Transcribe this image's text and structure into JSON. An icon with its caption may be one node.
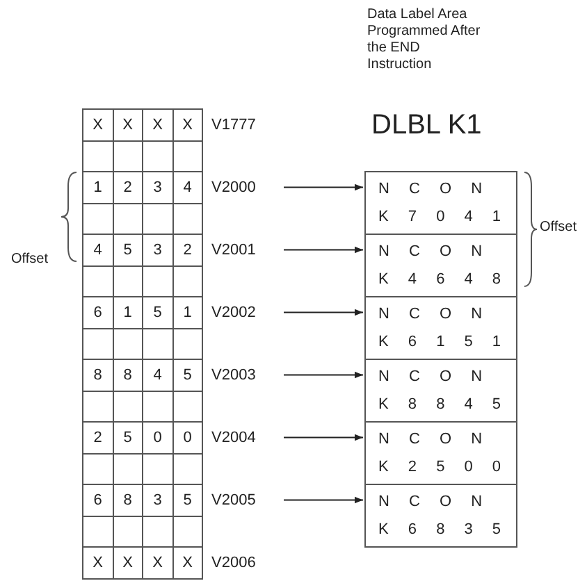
{
  "diagram": {
    "nodes": [
      {
        "text": [
          "X",
          "X",
          "X",
          "X"
        ],
        "beside": [
          "V1777"
        ]
      },
      {
        "text": [
          "1",
          "2",
          "3",
          "4"
        ],
        "beside": [
          "V2000"
        ]
      },
      {
        "text": [
          "4",
          "5",
          "3",
          "2"
        ],
        "beside": [
          "V2001"
        ]
      },
      {
        "text": [
          "6",
          "1",
          "5",
          "1"
        ],
        "beside": [
          "V2002"
        ]
      },
      {
        "text": [
          "8",
          "8",
          "4",
          "5"
        ],
        "beside": [
          "V2003"
        ]
      },
      {
        "text": [
          "2",
          "5",
          "0",
          "0"
        ],
        "beside": [
          "V2004"
        ]
      },
      {
        "text": [
          "6",
          "8",
          "3",
          "5"
        ],
        "beside": [
          "V2005"
        ]
      },
      {
        "text": [
          "X",
          "X",
          "X",
          "X"
        ],
        "beside": [
          "V2006"
        ]
      },
      {
        "text": [
          "N C O N",
          "K 7 0 4 1"
        ]
      },
      {
        "text": [
          "N C O N",
          "K 4 6 4 8"
        ]
      },
      {
        "text": [
          "N C O N",
          "K 6 1 5 1"
        ]
      },
      {
        "text": [
          "N C O N",
          "K 8 8 4 5"
        ]
      },
      {
        "text": [
          "N C O N",
          "K 2 5 0 0"
        ]
      },
      {
        "text": [
          "N C O N",
          "K 6 8 3 5"
        ]
      }
    ],
    "edges": [
      {
        "from": 1,
        "to": 8,
        "arrow": "to"
      },
      {
        "from": 2,
        "to": 9,
        "arrow": "to"
      },
      {
        "from": 3,
        "to": 10,
        "arrow": "to"
      },
      {
        "from": 4,
        "to": 11,
        "arrow": "to"
      },
      {
        "from": 5,
        "to": 12,
        "arrow": "to"
      },
      {
        "from": 6,
        "to": 13,
        "arrow": "to"
      }
    ],
    "labels": [
      "Data Label Area Programmed After the END Instruction",
      "DLBL K1",
      "Offset",
      "Offset"
    ]
  }
}
